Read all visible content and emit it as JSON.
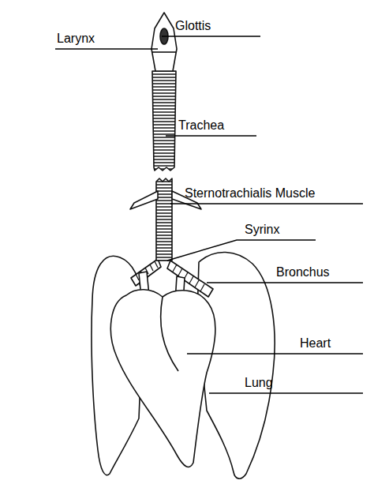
{
  "diagram": {
    "labels": [
      "Glottis",
      "Larynx",
      "Trachea",
      "Sternotrachialis Muscle",
      "Syrinx",
      "Bronchus",
      "Heart",
      "Lung"
    ]
  }
}
